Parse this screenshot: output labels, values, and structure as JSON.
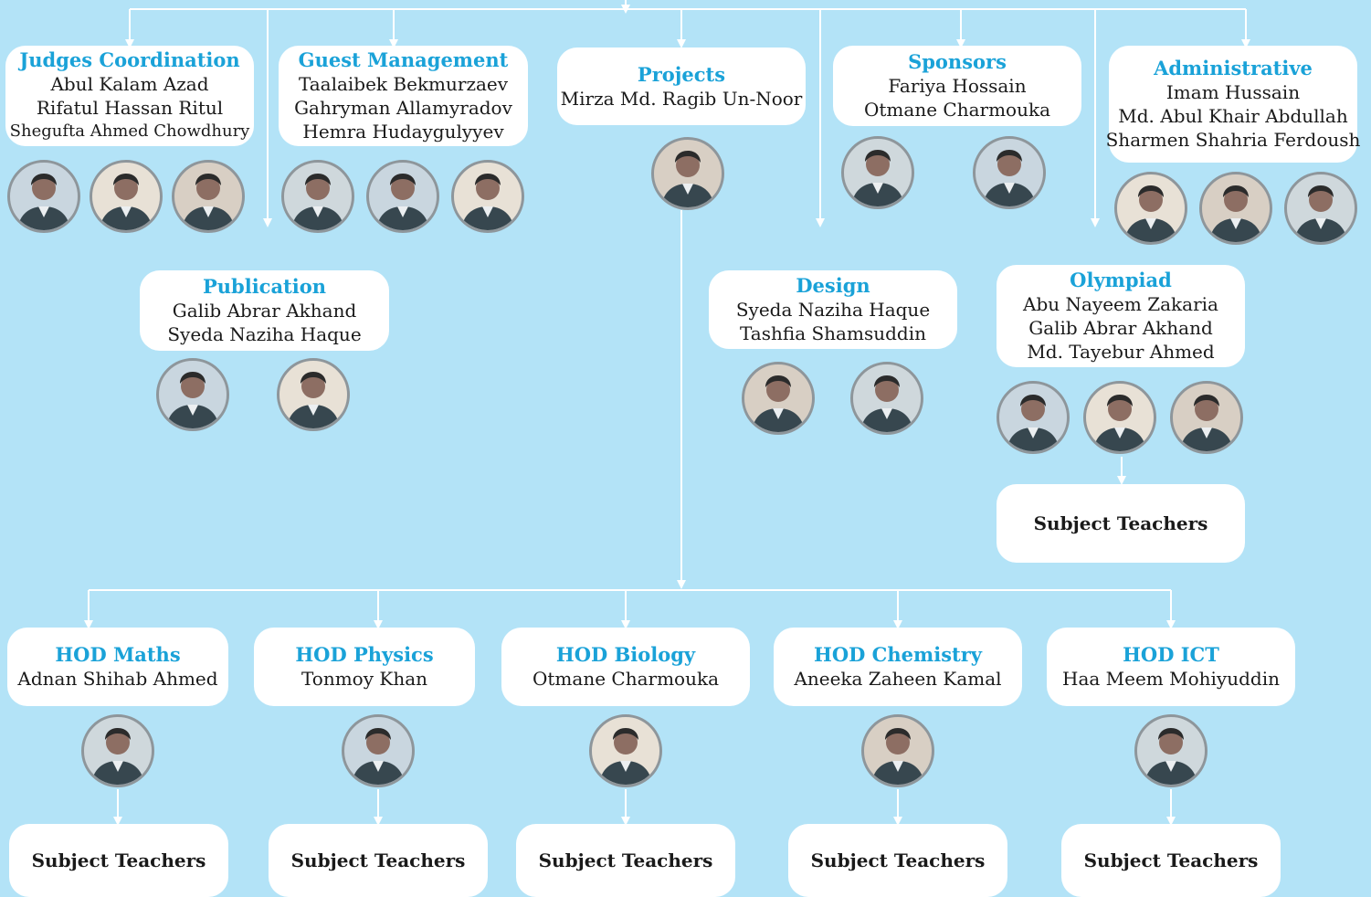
{
  "colors": {
    "background": "#b3e3f7",
    "line": "#ffffff",
    "title": "#1aa2d8",
    "box": "#ffffff"
  },
  "departments": {
    "judges": {
      "title": "Judges Coordination",
      "members": [
        "Abul Kalam Azad",
        "Rifatul Hassan Ritul",
        "Shegufta Ahmed Chowdhury"
      ]
    },
    "guest": {
      "title": "Guest Management",
      "members": [
        "Taalaibek Bekmurzaev",
        "Gahryman Allamyradov",
        "Hemra Hudaygulyyev"
      ]
    },
    "projects": {
      "title": "Projects",
      "members": [
        "Mirza Md. Ragib Un-Noor"
      ]
    },
    "sponsors": {
      "title": "Sponsors",
      "members": [
        "Fariya Hossain",
        "Otmane Charmouka"
      ]
    },
    "administrative": {
      "title": "Administrative",
      "members": [
        "Imam Hussain",
        "Md. Abul Khair Abdullah",
        "Sharmen Shahria Ferdoush"
      ]
    },
    "publication": {
      "title": "Publication",
      "members": [
        "Galib Abrar Akhand",
        "Syeda Naziha Haque"
      ]
    },
    "design": {
      "title": "Design",
      "members": [
        "Syeda Naziha Haque",
        "Tashfia Shamsuddin"
      ]
    },
    "olympiad": {
      "title": "Olympiad",
      "members": [
        "Abu Nayeem Zakaria",
        "Galib Abrar Akhand",
        "Md. Tayebur Ahmed"
      ]
    }
  },
  "hods": [
    {
      "title": "HOD Maths",
      "name": "Adnan Shihab Ahmed"
    },
    {
      "title": "HOD Physics",
      "name": "Tonmoy Khan"
    },
    {
      "title": "HOD Biology",
      "name": "Otmane Charmouka"
    },
    {
      "title": "HOD Chemistry",
      "name": "Aneeka Zaheen Kamal"
    },
    {
      "title": "HOD ICT",
      "name": "Haa Meem Mohiyuddin"
    }
  ],
  "subject_teachers_label": "Subject Teachers"
}
